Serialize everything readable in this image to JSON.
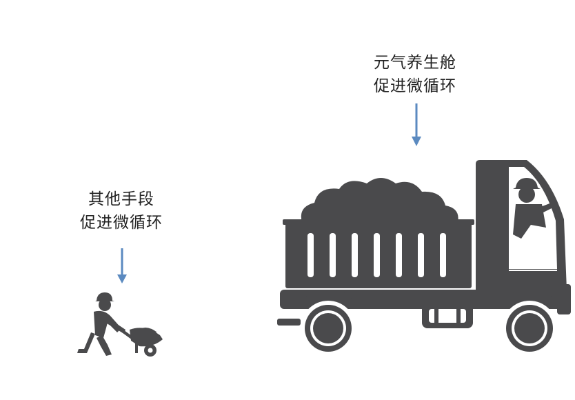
{
  "left_caption": {
    "line1": "其他手段",
    "line2": "促进微循环"
  },
  "right_caption": {
    "line1": "元气养生舱",
    "line2": "促进微循环"
  },
  "colors": {
    "figure": "#4a4a4c",
    "arrow": "#5b8ac0",
    "text": "#222222",
    "background": "#ffffff"
  },
  "icons": {
    "small": "worker-with-wheelbarrow-icon",
    "large": "dump-truck-with-driver-icon"
  }
}
